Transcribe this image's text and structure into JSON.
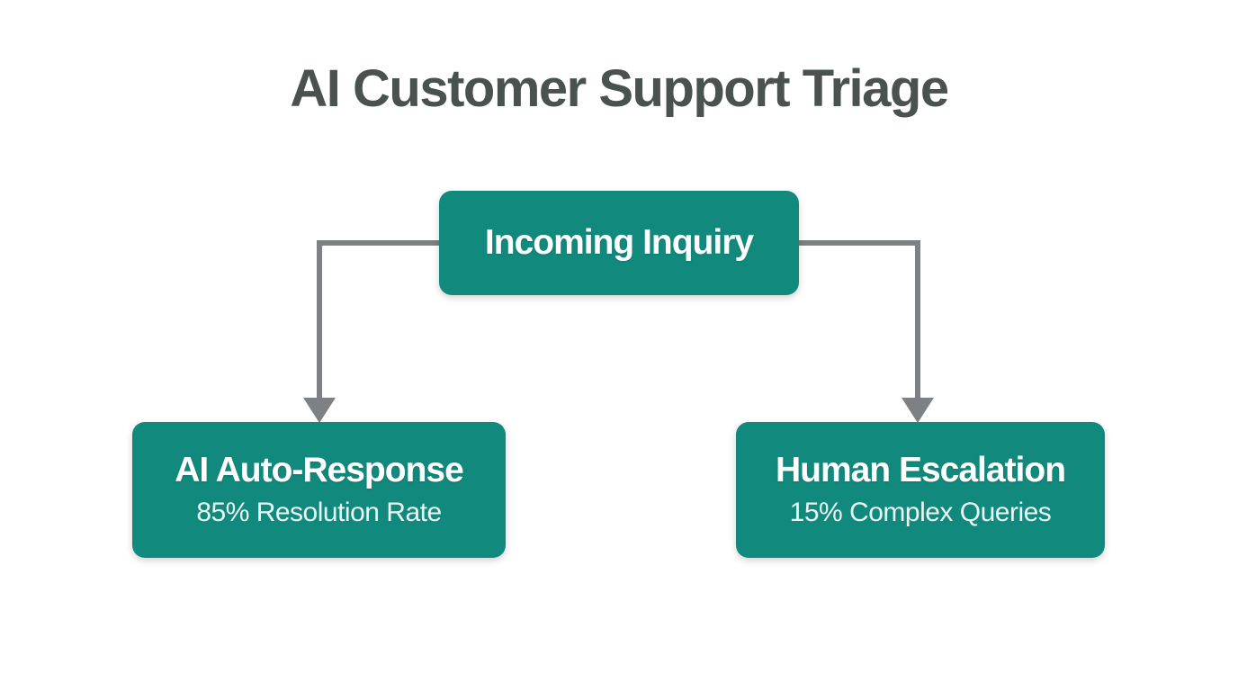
{
  "title": "AI Customer Support Triage",
  "diagram": {
    "root": {
      "label": "Incoming Inquiry"
    },
    "branches": [
      {
        "label": "AI Auto-Response",
        "sublabel": "85% Resolution Rate"
      },
      {
        "label": "Human Escalation",
        "sublabel": "15% Complex Queries"
      }
    ]
  },
  "colors": {
    "background": "#ffffff",
    "title_text": "#4a5250",
    "node_fill": "#12897d",
    "node_text": "#ffffff",
    "node_subtext": "#e9f7f4",
    "connector": "#7d8183"
  }
}
